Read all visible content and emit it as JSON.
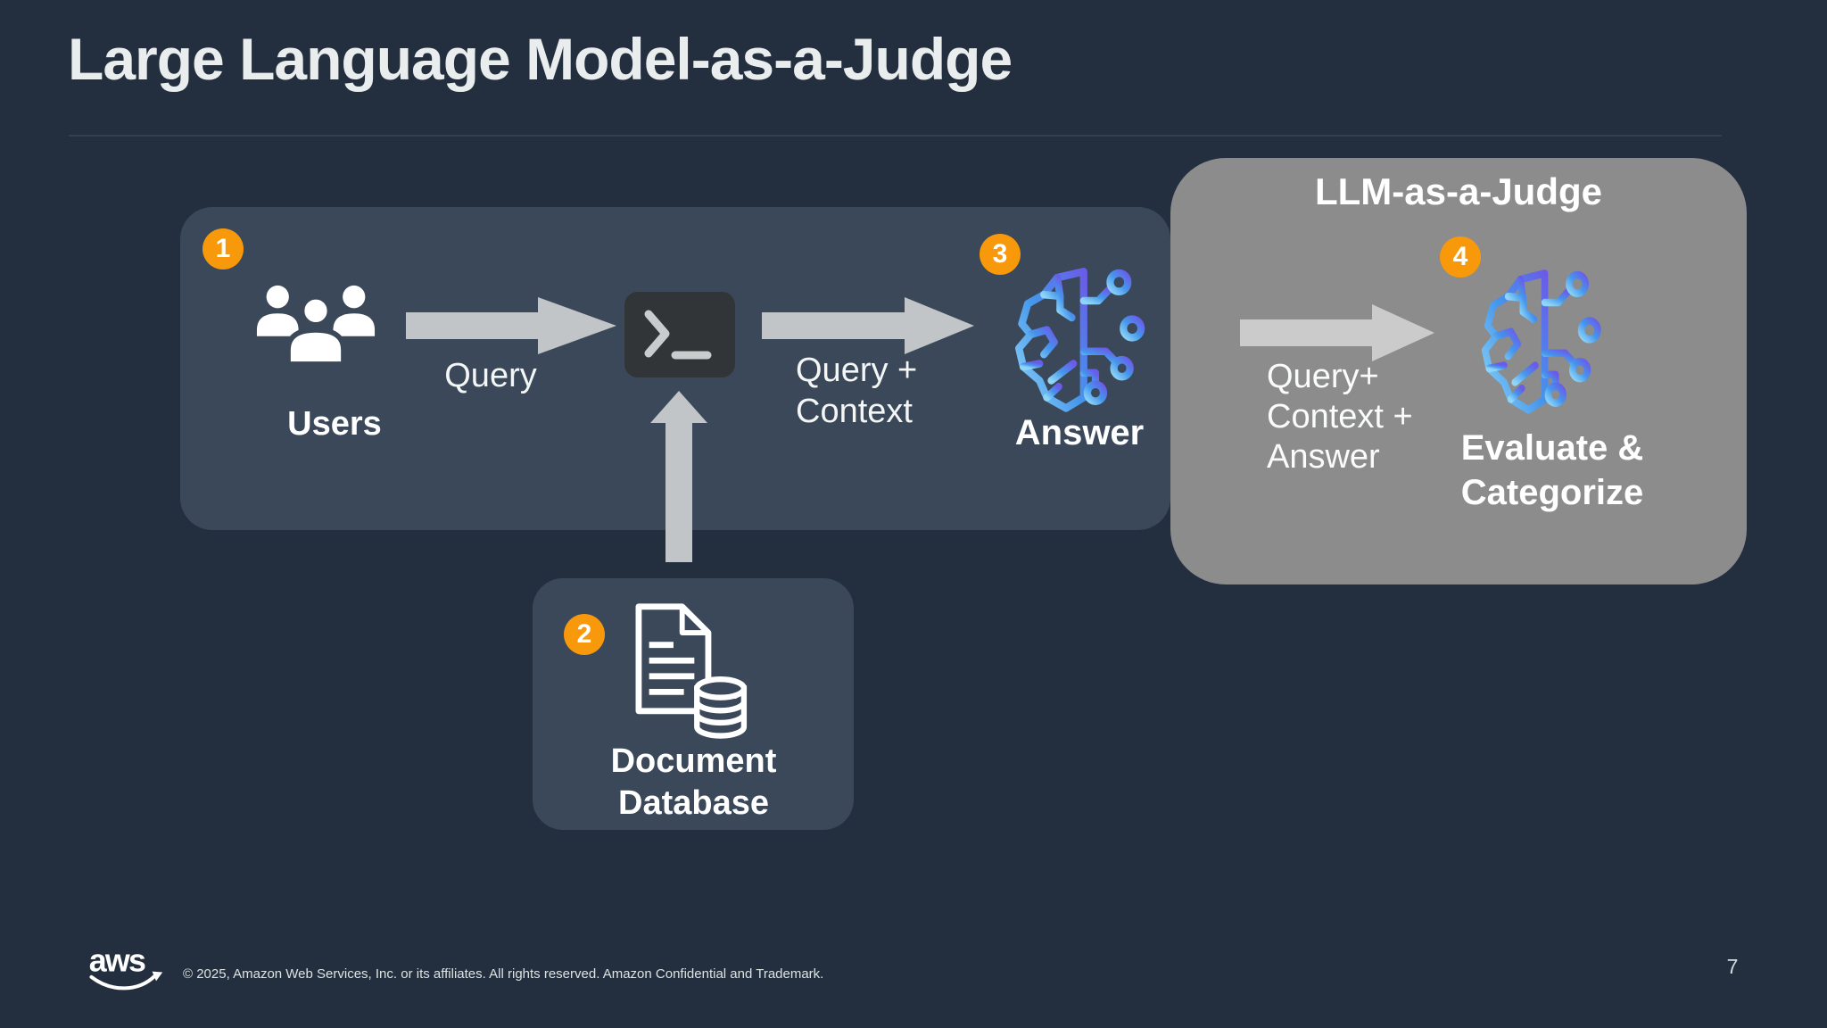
{
  "slide": {
    "title": "Large Language Model-as-a-Judge",
    "page_number": "7"
  },
  "footer": {
    "logo_text": "aws",
    "copyright": "© 2025, Amazon Web Services, Inc. or its affiliates. All rights reserved. Amazon Confidential and Trademark."
  },
  "pipeline": {
    "step1": {
      "badge": "1",
      "label": "Users",
      "icon": "users-group-icon"
    },
    "query_arrow": {
      "label": "Query"
    },
    "terminal": {
      "icon": "terminal-prompt-icon"
    },
    "step2": {
      "badge": "2",
      "label": "Document Database",
      "icon": "document-database-icon"
    },
    "context_arrow": {
      "label": "Query + Context"
    },
    "step3": {
      "badge": "3",
      "label": "Answer",
      "icon": "ai-brain-icon"
    },
    "judge": {
      "title": "LLM-as-a-Judge",
      "input_arrow": {
        "label": "Query+ Context + Answer"
      },
      "step4": {
        "badge": "4",
        "label": "Evaluate & Categorize",
        "icon": "ai-brain-icon"
      }
    }
  },
  "colors": {
    "background": "#232F3E",
    "panel": "#3A4859",
    "judge_panel": "#8C8C8C",
    "badge": "#F7990A",
    "arrow": "#C2C5C7",
    "arrow_light": "#CBCBCB",
    "title_text": "#E9EDED",
    "label_text": "#FFFFFF",
    "terminal_bg": "#313538",
    "brain_blue_light": "#8ED5F7",
    "brain_blue": "#4596EC",
    "brain_purple": "#6A5CE8"
  }
}
